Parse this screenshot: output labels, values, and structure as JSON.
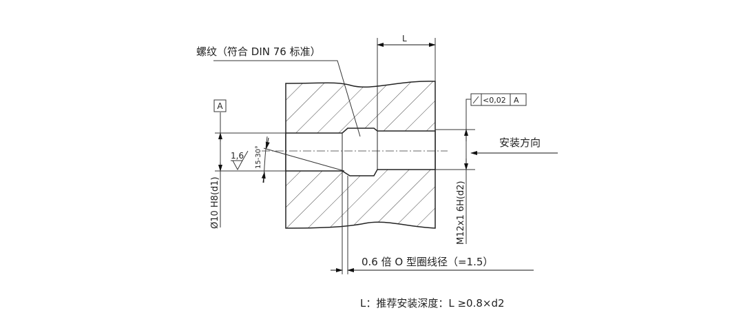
{
  "labels": {
    "thread": "螺纹（符合 DIN 76 标准）",
    "depth_symbol": "L",
    "datum": "A",
    "roughness": "1,6",
    "chamfer_angle": "15-30°",
    "bore_diameter": "Ø10 H8(d1)",
    "thread_size": "M12x1 6H(d2)",
    "runout_tolerance": "<0,02",
    "runout_datum": "A",
    "install_direction": "安装方向",
    "groove_offset": "0.6 倍 O 型圈线径（=1.5）",
    "note": "L：推荐安装深度：L ≥0.8×d2"
  }
}
